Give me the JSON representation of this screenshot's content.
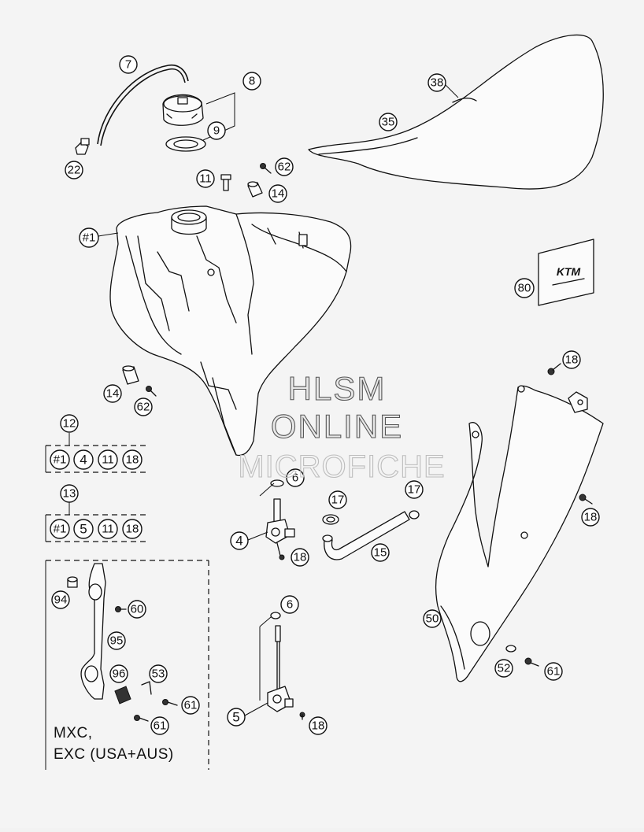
{
  "watermark": {
    "line1": "HLSM",
    "line2": "ONLINE",
    "line3": "MICROFICHE"
  },
  "callouts": {
    "c7": "7",
    "c8": "8",
    "c9": "9",
    "c22": "22",
    "c38": "38",
    "c35": "35",
    "c11a": "11",
    "c62a": "62",
    "c14a": "14",
    "c1": "#1",
    "c80": "80",
    "c14b": "14",
    "c62b": "62",
    "c18a": "18",
    "c12": "12",
    "c13": "13",
    "c6a": "6",
    "c17a": "17",
    "c17b": "17",
    "c4": "4",
    "c18b": "18",
    "c15": "15",
    "c18c": "18",
    "c94": "94",
    "c60": "60",
    "c95": "95",
    "c96": "96",
    "c53": "53",
    "c61a": "61",
    "c61b": "61",
    "c6b": "6",
    "c50": "50",
    "c52": "52",
    "c61c": "61",
    "c5": "5",
    "c18d": "18"
  },
  "kit12": [
    "#1",
    "4",
    "11",
    "18"
  ],
  "kit13": [
    "#1",
    "5",
    "11",
    "18"
  ],
  "inset_note": {
    "line1": "MXC,",
    "line2": "EXC (USA+AUS)"
  },
  "badge_text": "KTM"
}
